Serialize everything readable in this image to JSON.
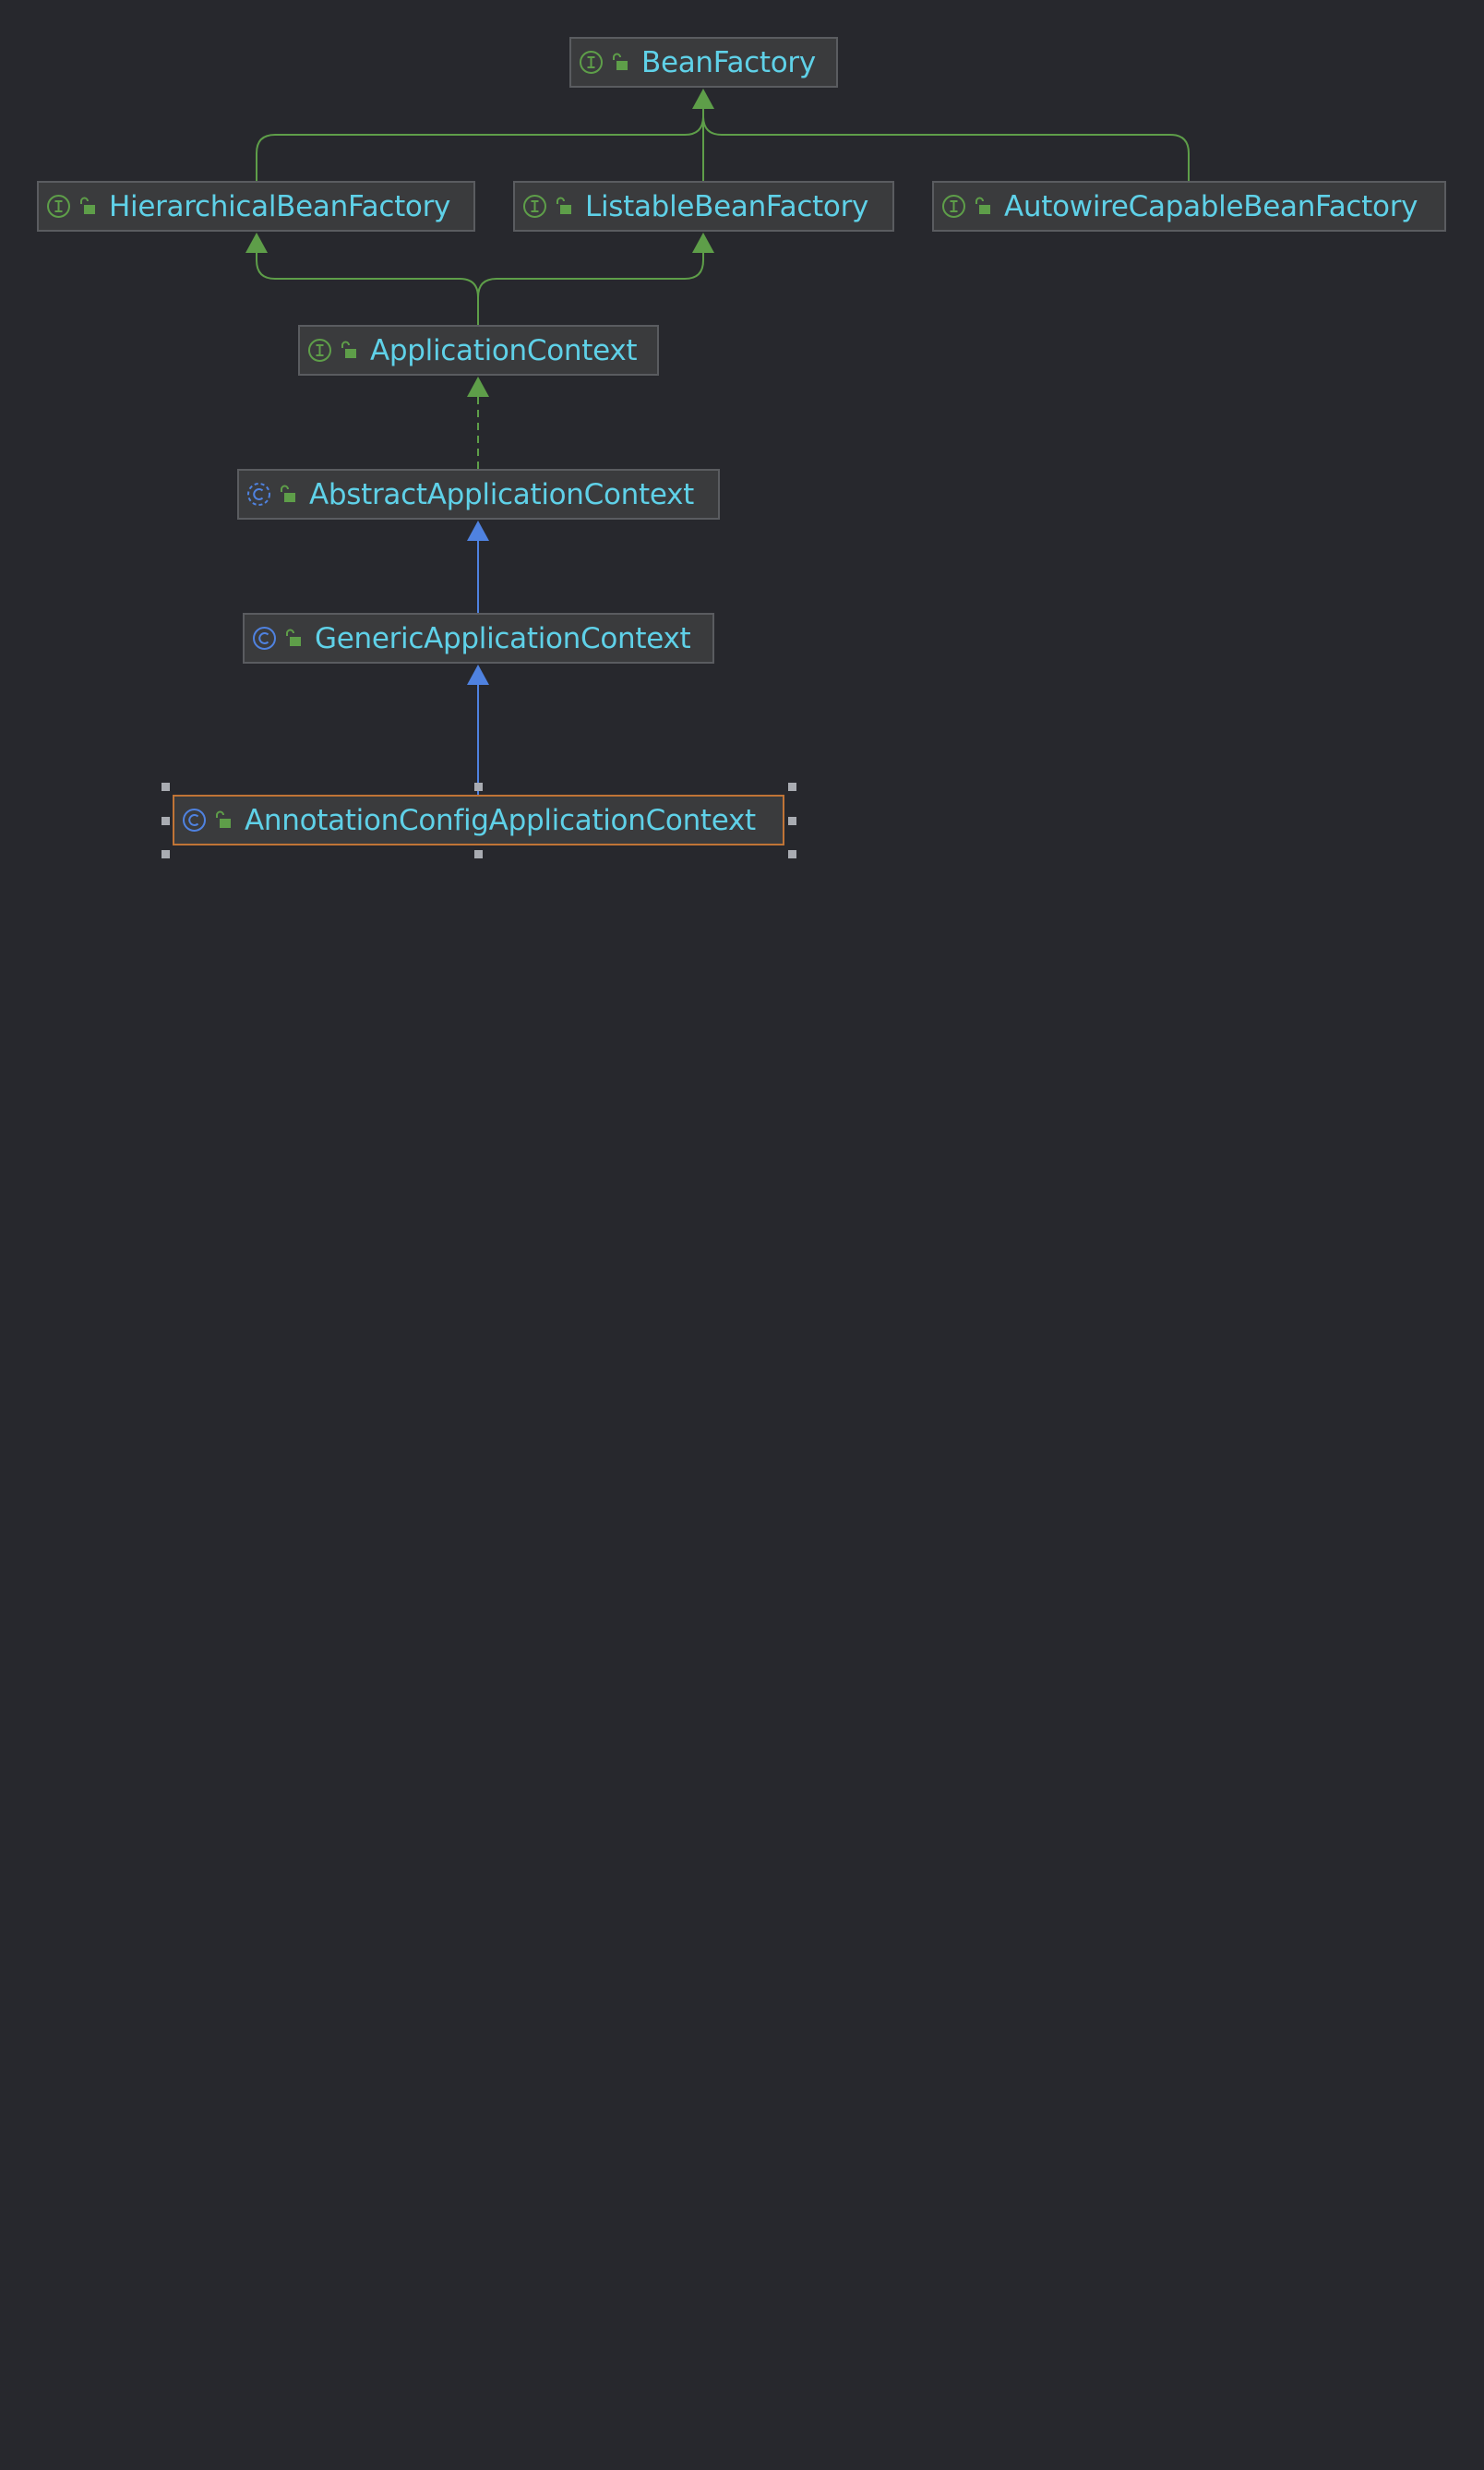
{
  "diagram": {
    "type": "class-hierarchy",
    "colors": {
      "background": "#27282d",
      "node_fill": "#3a3b3d",
      "node_border": "#5a5c60",
      "selected_border": "#c07436",
      "label": "#5fd1e8",
      "interface_icon": "#5e9e49",
      "class_icon": "#4f82e0",
      "implements_edge": "#5e9e49",
      "extends_edge": "#4f82e0"
    },
    "nodes": [
      {
        "id": "bean-factory",
        "label": "BeanFactory",
        "kind": "interface",
        "icon": "interface-icon",
        "visibility_icon": "unlocked-icon"
      },
      {
        "id": "hierarchical-bean-factory",
        "label": "HierarchicalBeanFactory",
        "kind": "interface",
        "icon": "interface-icon",
        "visibility_icon": "unlocked-icon"
      },
      {
        "id": "listable-bean-factory",
        "label": "ListableBeanFactory",
        "kind": "interface",
        "icon": "interface-icon",
        "visibility_icon": "unlocked-icon"
      },
      {
        "id": "autowire-capable-bean-factory",
        "label": "AutowireCapableBeanFactory",
        "kind": "interface",
        "icon": "interface-icon",
        "visibility_icon": "unlocked-icon"
      },
      {
        "id": "application-context",
        "label": "ApplicationContext",
        "kind": "interface",
        "icon": "interface-icon",
        "visibility_icon": "unlocked-icon"
      },
      {
        "id": "abstract-application-context",
        "label": "AbstractApplicationContext",
        "kind": "abstract-class",
        "icon": "abstract-class-icon",
        "visibility_icon": "unlocked-icon"
      },
      {
        "id": "generic-application-context",
        "label": "GenericApplicationContext",
        "kind": "class",
        "icon": "class-icon",
        "visibility_icon": "unlocked-icon"
      },
      {
        "id": "annotation-config-application-context",
        "label": "AnnotationConfigApplicationContext",
        "kind": "class",
        "icon": "class-icon",
        "visibility_icon": "unlocked-icon",
        "selected": true
      }
    ],
    "edges": [
      {
        "from": "hierarchical-bean-factory",
        "to": "bean-factory",
        "relation": "extends-interface",
        "line": "solid"
      },
      {
        "from": "listable-bean-factory",
        "to": "bean-factory",
        "relation": "extends-interface",
        "line": "solid"
      },
      {
        "from": "autowire-capable-bean-factory",
        "to": "bean-factory",
        "relation": "extends-interface",
        "line": "solid"
      },
      {
        "from": "application-context",
        "to": "hierarchical-bean-factory",
        "relation": "extends-interface",
        "line": "solid"
      },
      {
        "from": "application-context",
        "to": "listable-bean-factory",
        "relation": "extends-interface",
        "line": "solid"
      },
      {
        "from": "abstract-application-context",
        "to": "application-context",
        "relation": "implements",
        "line": "dashed"
      },
      {
        "from": "generic-application-context",
        "to": "abstract-application-context",
        "relation": "extends",
        "line": "solid"
      },
      {
        "from": "annotation-config-application-context",
        "to": "generic-application-context",
        "relation": "extends",
        "line": "solid"
      }
    ]
  }
}
